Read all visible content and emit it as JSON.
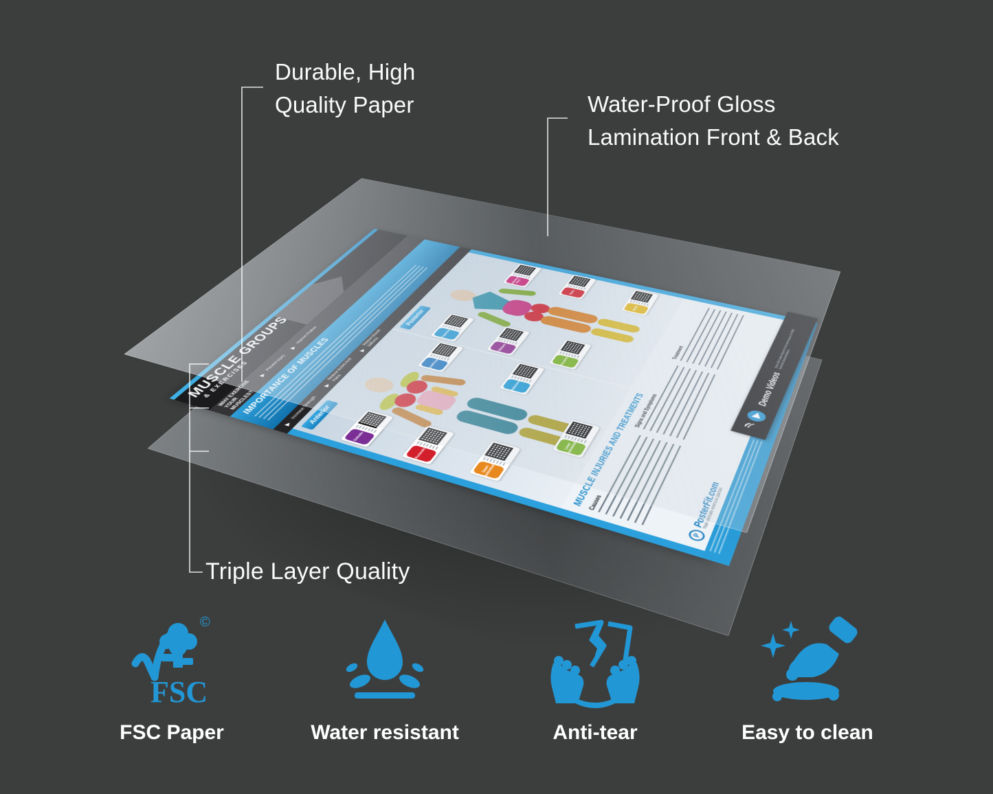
{
  "colors": {
    "background": "#3c3e3e",
    "accent_blue": "#2297d5",
    "poster_blue": "#2ba0dc",
    "banner_black": "#1b1b1d"
  },
  "callouts": {
    "durable": {
      "line1": "Durable, High",
      "line2": "Quality Paper"
    },
    "lamination": {
      "line1": "Water-Proof Gloss",
      "line2": "Lamination Front & Back"
    },
    "triple": "Triple Layer Quality"
  },
  "features": [
    {
      "label": "FSC Paper",
      "icon": "fsc-logo-icon",
      "logo_text": "FSC",
      "copyright": "©"
    },
    {
      "label": "Water resistant",
      "icon": "water-drop-icon"
    },
    {
      "label": "Anti-tear",
      "icon": "anti-tear-hands-icon"
    },
    {
      "label": "Easy to clean",
      "icon": "clean-hand-icon"
    }
  ],
  "poster": {
    "title": "MUSCLE GROUPS",
    "subtitle": "& EXERCISES",
    "why_title": "WHY EXERCISE YOUR MUSCLES?",
    "why_items": [
      "Prevent Injury",
      "Improve Posture"
    ],
    "importance_title": "IMPORTANCE OF MUSCLES",
    "importance_items": [
      "Increase Strength",
      "Reduce Aches And Pains",
      "Relieve Muscle Stiffness"
    ],
    "anterior_label": "Anterior",
    "posterior_label": "Posterior",
    "injuries_title": "MUSCLE INJURIES AND TREATMENTS",
    "injuries_columns": [
      "Causes",
      "Signs and Symptoms",
      "Treatment"
    ],
    "brand_name": "PosterFit.com",
    "brand_tagline": "Your ultimate exercise partner",
    "demo_title": "Demo Videos",
    "demo_subtext": "Scan QR Codes Above For Instant Access To FREE Exercise Demonstrations",
    "anterior_cards": [
      {
        "label": "Deltoids",
        "color": "#7b2f96"
      },
      {
        "label": "Pectorals",
        "color": "#d21f2c"
      },
      {
        "label": "Upper Abdominals",
        "color": "#e8891f"
      },
      {
        "label": "Lower Abdominals",
        "color": "#7ab529"
      },
      {
        "label": "Quadriceps",
        "color": "#1d74c0"
      },
      {
        "label": "Adductors",
        "color": "#1e9cd7"
      }
    ],
    "posterior_cards": [
      {
        "label": "Trapezius",
        "color": "#2196d3"
      },
      {
        "label": "Obliques",
        "color": "#8e2d8f"
      },
      {
        "label": "Forearms",
        "color": "#7ab529"
      },
      {
        "label": "Latissimus Dorsi",
        "color": "#cc2378"
      },
      {
        "label": "Glutes",
        "color": "#d21f2c"
      },
      {
        "label": "Calves",
        "color": "#e3b71e"
      }
    ]
  }
}
